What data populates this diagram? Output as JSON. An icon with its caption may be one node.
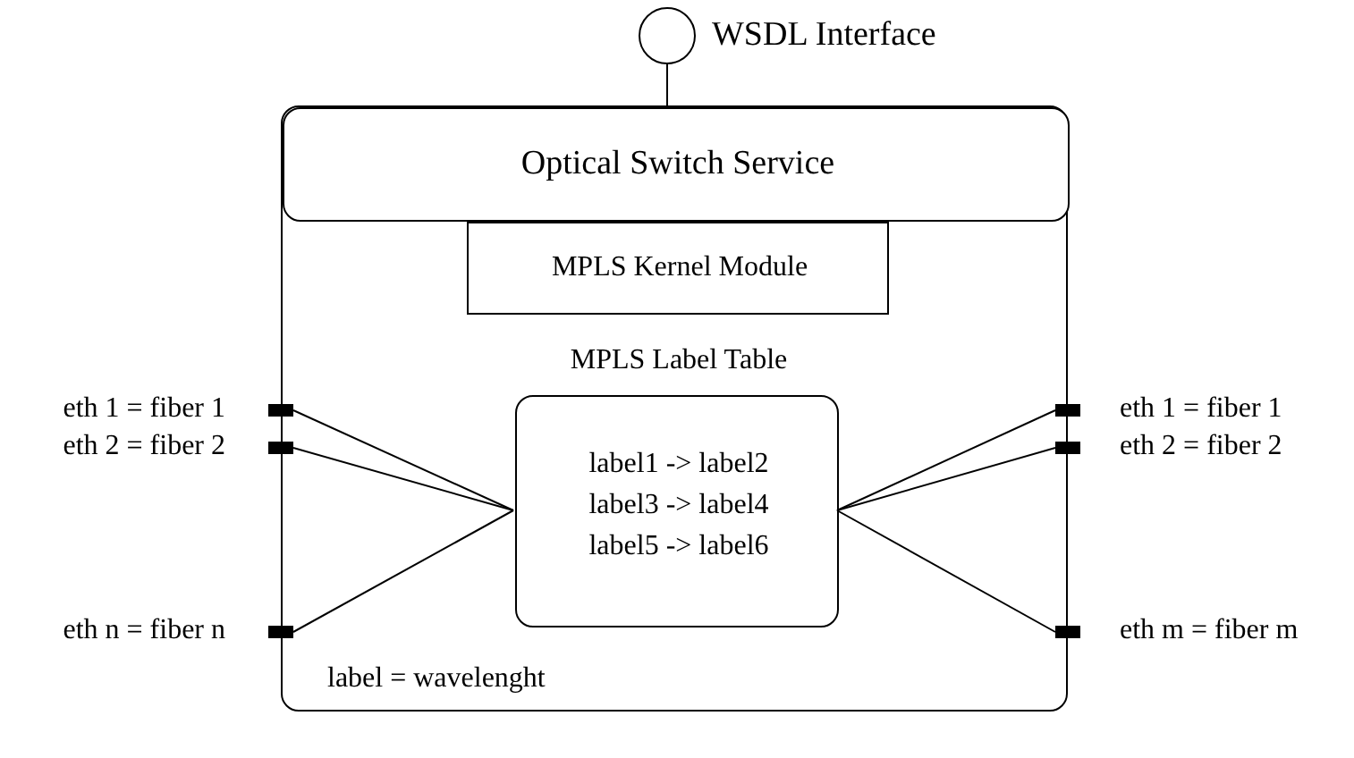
{
  "diagram": {
    "nodes": [
      {
        "text": [],
        "shape": "box"
      },
      {
        "text": [
          "Optical Switch Service"
        ],
        "in": 0
      },
      {
        "text": [
          "MPLS Kernel Module"
        ],
        "in": 0
      },
      {
        "text": [
          "MPLS Label Table",
          "label1 -> label2",
          "label3 -> label4",
          "label5 -> label6"
        ],
        "in": 0
      },
      {
        "text": [],
        "shape": "circle",
        "beside": [
          "WSDL Interface"
        ]
      },
      {
        "text": [],
        "shape": "bar",
        "beside": [
          "eth 1 = fiber 1"
        ]
      },
      {
        "text": [],
        "shape": "bar",
        "beside": [
          "eth 2 = fiber 2"
        ]
      },
      {
        "text": [],
        "shape": "bar",
        "beside": [
          "eth n = fiber n"
        ]
      },
      {
        "text": [],
        "shape": "bar",
        "beside": [
          "eth 1 = fiber 1"
        ]
      },
      {
        "text": [],
        "shape": "bar",
        "beside": [
          "eth 2 = fiber 2"
        ]
      },
      {
        "text": [],
        "shape": "bar",
        "beside": [
          "eth m = fiber m"
        ]
      }
    ],
    "edges": [
      {
        "from": 4,
        "to": 1,
        "arrow": "none"
      },
      {
        "from": 5,
        "to": 3,
        "arrow": "none"
      },
      {
        "from": 6,
        "to": 3,
        "arrow": "none"
      },
      {
        "from": 7,
        "to": 3,
        "arrow": "none"
      },
      {
        "from": 3,
        "to": 8,
        "arrow": "none"
      },
      {
        "from": 3,
        "to": 9,
        "arrow": "none"
      },
      {
        "from": 3,
        "to": 10,
        "arrow": "none"
      }
    ],
    "labels": [
      "label = wavelenght"
    ]
  }
}
